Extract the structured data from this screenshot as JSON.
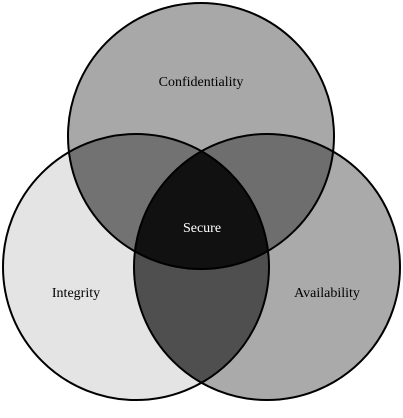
{
  "diagram": {
    "labels": {
      "top": "Confidentiality",
      "left": "Integrity",
      "right": "Availability",
      "center": "Secure"
    },
    "colors": {
      "top": "#a8a8a8",
      "left": "#e4e4e4",
      "right": "#aaaaaa",
      "top_left": "#727272",
      "top_right": "#6e6e6e",
      "left_right": "#4f4f4f",
      "center": "#111111",
      "outline": "#000000",
      "background": "#ffffff"
    }
  }
}
